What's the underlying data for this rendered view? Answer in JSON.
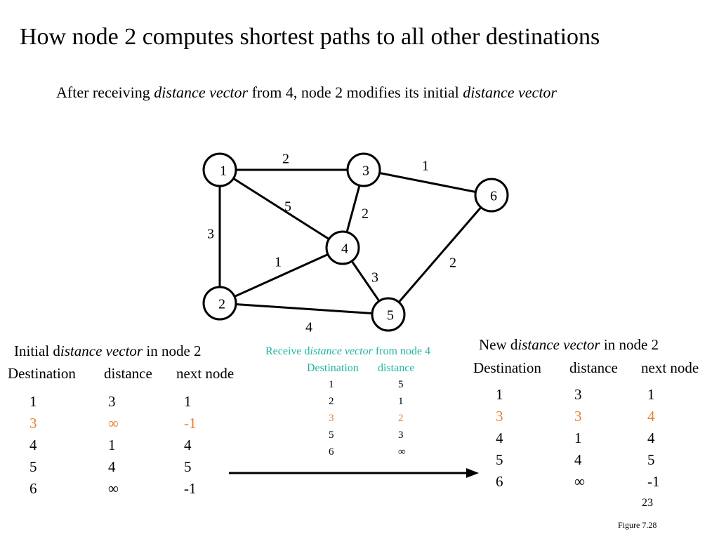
{
  "slide": {
    "title": "How node 2 computes shortest paths to all other destinations",
    "subtitle_prefix": "After receiving ",
    "subtitle_em1": "distance vector",
    "subtitle_mid": "  from 4, node 2 modifies its initial ",
    "subtitle_em2": "distance vector",
    "page_number": "23",
    "figure_label": "Figure 7.28"
  },
  "graph": {
    "nodes": [
      {
        "id": "1",
        "label": "1"
      },
      {
        "id": "2",
        "label": "2"
      },
      {
        "id": "3",
        "label": "3"
      },
      {
        "id": "4",
        "label": "4"
      },
      {
        "id": "5",
        "label": "5"
      },
      {
        "id": "6",
        "label": "6"
      }
    ],
    "edges": [
      {
        "from": "1",
        "to": "3",
        "weight": "2"
      },
      {
        "from": "1",
        "to": "2",
        "weight": "3"
      },
      {
        "from": "1",
        "to": "4",
        "weight": "5"
      },
      {
        "from": "3",
        "to": "4",
        "weight": "2"
      },
      {
        "from": "3",
        "to": "6",
        "weight": "1"
      },
      {
        "from": "2",
        "to": "4",
        "weight": "1"
      },
      {
        "from": "2",
        "to": "5",
        "weight": "4"
      },
      {
        "from": "4",
        "to": "5",
        "weight": "3"
      },
      {
        "from": "5",
        "to": "6",
        "weight": "2"
      }
    ]
  },
  "initial_table": {
    "title_prefix": "Initial d",
    "title_em": "istance vector",
    "title_suffix": " in node 2",
    "headers": [
      "Destination",
      "distance",
      "next node"
    ],
    "rows": [
      {
        "dest": "1",
        "dist": "3",
        "next": "1",
        "highlight": false
      },
      {
        "dest": "3",
        "dist": "∞",
        "next": "-1",
        "highlight": true
      },
      {
        "dest": "4",
        "dist": "1",
        "next": "4",
        "highlight": false
      },
      {
        "dest": "5",
        "dist": "4",
        "next": "5",
        "highlight": false
      },
      {
        "dest": "6",
        "dist": "∞",
        "next": "-1",
        "highlight": false
      }
    ]
  },
  "received_table": {
    "title_prefix": "Receive d",
    "title_em": "istance vector",
    "title_suffix": " from node 4",
    "headers": [
      "Destination",
      "distance"
    ],
    "rows": [
      {
        "dest": "1",
        "dist": "5",
        "highlight": false
      },
      {
        "dest": "2",
        "dist": "1",
        "highlight": false
      },
      {
        "dest": "3",
        "dist": "2",
        "highlight": true
      },
      {
        "dest": "5",
        "dist": "3",
        "highlight": false
      },
      {
        "dest": "6",
        "dist": "∞",
        "highlight": false
      }
    ]
  },
  "new_table": {
    "title_prefix": "New d",
    "title_em": "istance vector",
    "title_suffix": " in node 2",
    "headers": [
      "Destination",
      "distance",
      "next node"
    ],
    "rows": [
      {
        "dest": "1",
        "dist": "3",
        "next": "1",
        "highlight": false
      },
      {
        "dest": "3",
        "dist": "3",
        "next": "4",
        "highlight": true
      },
      {
        "dest": "4",
        "dist": "1",
        "next": "4",
        "highlight": false
      },
      {
        "dest": "5",
        "dist": "4",
        "next": "5",
        "highlight": false
      },
      {
        "dest": "6",
        "dist": "∞",
        "next": "-1",
        "highlight": false
      }
    ]
  },
  "colors": {
    "highlight": "#ee7f2d",
    "received_text": "#1fb6a0",
    "ink": "#000000"
  }
}
